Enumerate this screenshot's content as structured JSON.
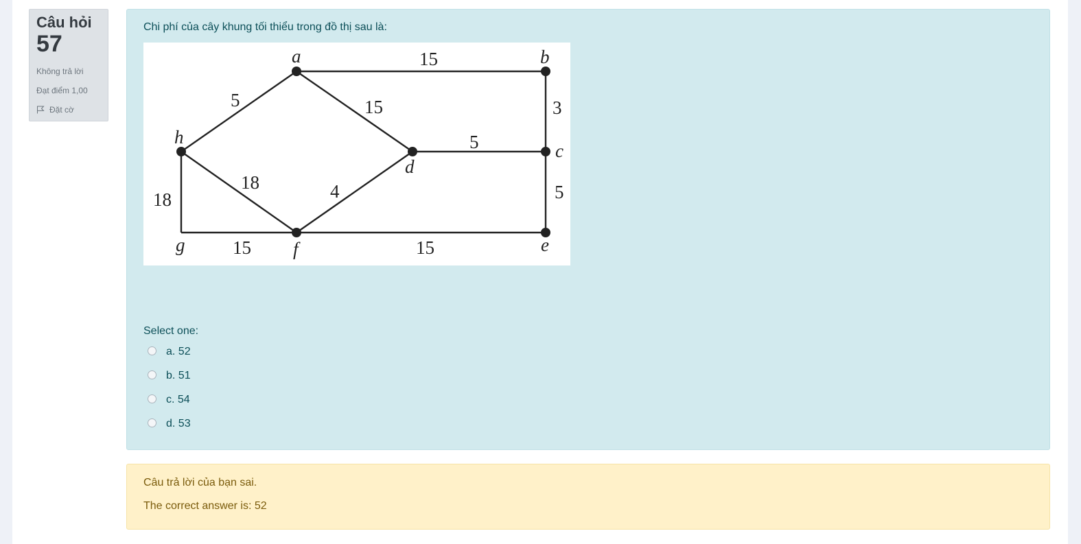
{
  "question": {
    "title": "Câu hỏi",
    "number": "57",
    "status": "Không trả lời",
    "mark": "Đạt điểm 1,00",
    "flag_label": "Đặt cờ",
    "text": "Chi phí của cây khung tối thiểu trong đồ thị sau là:"
  },
  "graph": {
    "nodes": [
      "a",
      "b",
      "c",
      "d",
      "e",
      "f",
      "g",
      "h"
    ],
    "edges": [
      {
        "from": "a",
        "to": "b",
        "weight": "15"
      },
      {
        "from": "b",
        "to": "c",
        "weight": "3"
      },
      {
        "from": "a",
        "to": "h",
        "weight": "5"
      },
      {
        "from": "a",
        "to": "d",
        "weight": "15"
      },
      {
        "from": "d",
        "to": "c",
        "weight": "5"
      },
      {
        "from": "c",
        "to": "e",
        "weight": "5"
      },
      {
        "from": "h",
        "to": "f",
        "weight": "18"
      },
      {
        "from": "h",
        "to": "g",
        "weight": "18"
      },
      {
        "from": "d",
        "to": "f",
        "weight": "4"
      },
      {
        "from": "g",
        "to": "f",
        "weight": "15"
      },
      {
        "from": "f",
        "to": "e",
        "weight": "15"
      }
    ]
  },
  "answer": {
    "prompt": "Select one:",
    "options": [
      {
        "label": "a. 52"
      },
      {
        "label": "b. 51"
      },
      {
        "label": "c. 54"
      },
      {
        "label": "d. 53"
      }
    ]
  },
  "feedback": {
    "result": "Câu trả lời của bạn sai.",
    "correct": "The correct answer is: 52"
  }
}
